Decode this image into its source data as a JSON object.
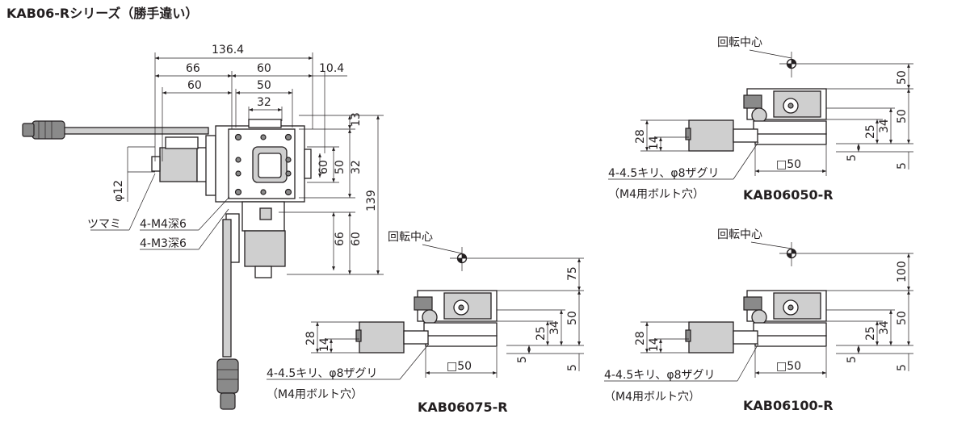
{
  "title": "KAB06-Rシリーズ（勝手違い）",
  "main_view": {
    "dims_top": [
      "136.4",
      "66",
      "60",
      "10.4",
      "60",
      "50",
      "32"
    ],
    "dims_right": [
      "13",
      "60",
      "50",
      "32",
      "139",
      "66",
      "60"
    ],
    "dim_phi12": "φ12",
    "label_knob": "ツマミ",
    "label_m4": "4-M4深6",
    "label_m3": "4-M3深6"
  },
  "variants": [
    {
      "model": "KAB06050-R",
      "rotation_center": "回転中心",
      "dims_right": [
        "50",
        "50",
        "34",
        "25",
        "5",
        "5"
      ],
      "dims_left": [
        "28",
        "14"
      ],
      "square_dim": "□50",
      "hole_note_1": "4-4.5キリ、φ8ザグリ",
      "hole_note_2": "（M4用ボルト穴）"
    },
    {
      "model": "KAB06075-R",
      "rotation_center": "回転中心",
      "dims_right": [
        "75",
        "50",
        "34",
        "25",
        "5",
        "5"
      ],
      "dims_left": [
        "28",
        "14"
      ],
      "square_dim": "□50",
      "hole_note_1": "4-4.5キリ、φ8ザグリ",
      "hole_note_2": "（M4用ボルト穴）"
    },
    {
      "model": "KAB06100-R",
      "rotation_center": "回転中心",
      "dims_right": [
        "100",
        "50",
        "34",
        "25",
        "5",
        "5"
      ],
      "dims_left": [
        "28",
        "14"
      ],
      "square_dim": "□50",
      "hole_note_1": "4-4.5キリ、φ8ザグリ",
      "hole_note_2": "（M4用ボルト穴）"
    }
  ]
}
